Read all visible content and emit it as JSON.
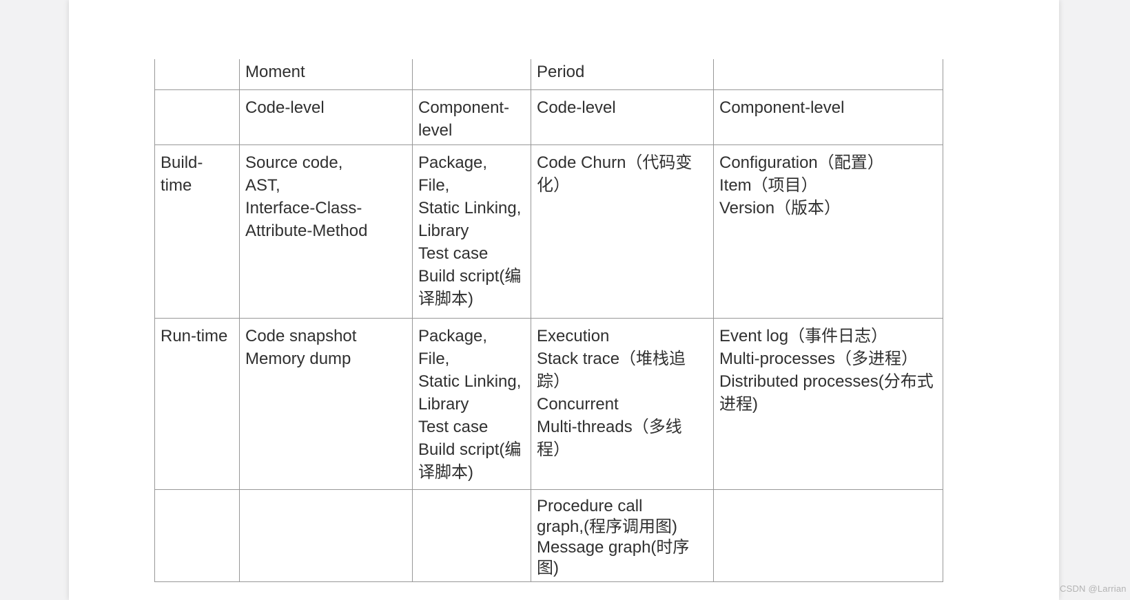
{
  "page": {
    "watermark": "CSDN @Larrian",
    "background_color": "#f2f2f3",
    "canvas_color": "#ffffff"
  },
  "table": {
    "border_color": "#979797",
    "text_color": "#303030",
    "column_group_headers": [
      "Moment",
      "Period"
    ],
    "rows": [
      {
        "cells": [
          "",
          "Moment",
          "",
          "Period",
          ""
        ]
      },
      {
        "cells": [
          "",
          "Code-level",
          "Component-\nlevel",
          "Code-level",
          "Component-level"
        ]
      },
      {
        "cells": [
          "Build-\ntime",
          "Source code,\nAST,\nInterface-Class-\nAttribute-Method",
          "Package,\nFile,\nStatic Linking,\nLibrary\nTest case\nBuild script(编\n译脚本)",
          "Code Churn（代码变\n化）",
          "Configuration（配置）\nItem（项目）\nVersion（版本）"
        ]
      },
      {
        "cells": [
          "Run-time",
          "Code snapshot\nMemory dump",
          "Package,\nFile,\nStatic Linking,\nLibrary\nTest case\nBuild script(编\n译脚本)",
          "Execution\nStack trace（堆栈追\n踪）\nConcurrent\nMulti-threads（多线\n程）",
          "Event log（事件日志）\nMulti-processes（多进程）\nDistributed processes(分布式\n进程)"
        ]
      },
      {
        "cells": [
          "",
          "",
          "",
          "Procedure call\ngraph,(程序调用图)\nMessage graph(时序\n图)",
          ""
        ]
      }
    ]
  }
}
